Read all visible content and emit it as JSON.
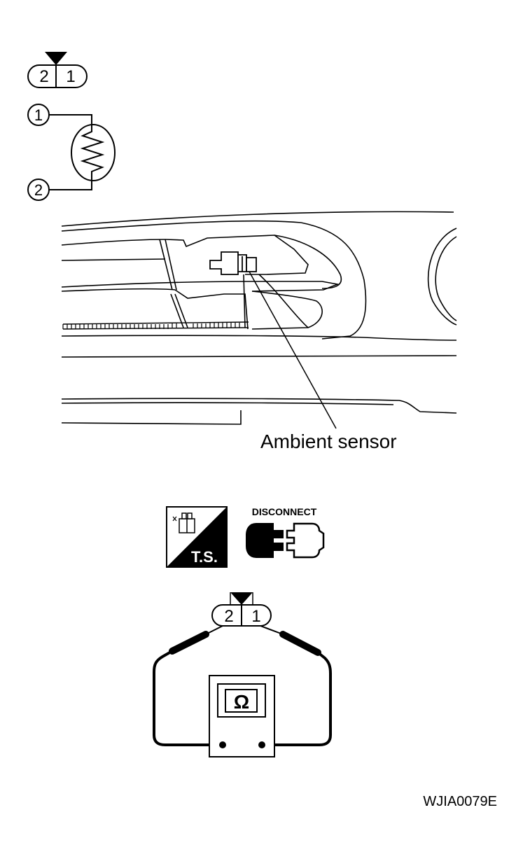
{
  "connector_top": {
    "pin_left": "2",
    "pin_right": "1"
  },
  "circuit": {
    "terminal_top": "1",
    "terminal_bottom": "2"
  },
  "location": {
    "callout": "Ambient sensor"
  },
  "badges": {
    "ts_label": "T.S.",
    "disconnect_label": "DISCONNECT"
  },
  "meter_connector": {
    "pin_left": "2",
    "pin_right": "1"
  },
  "ohmmeter": {
    "symbol": "Ω"
  },
  "figure_code": "WJIA0079E",
  "colors": {
    "ink": "#000000",
    "paper": "#ffffff"
  }
}
